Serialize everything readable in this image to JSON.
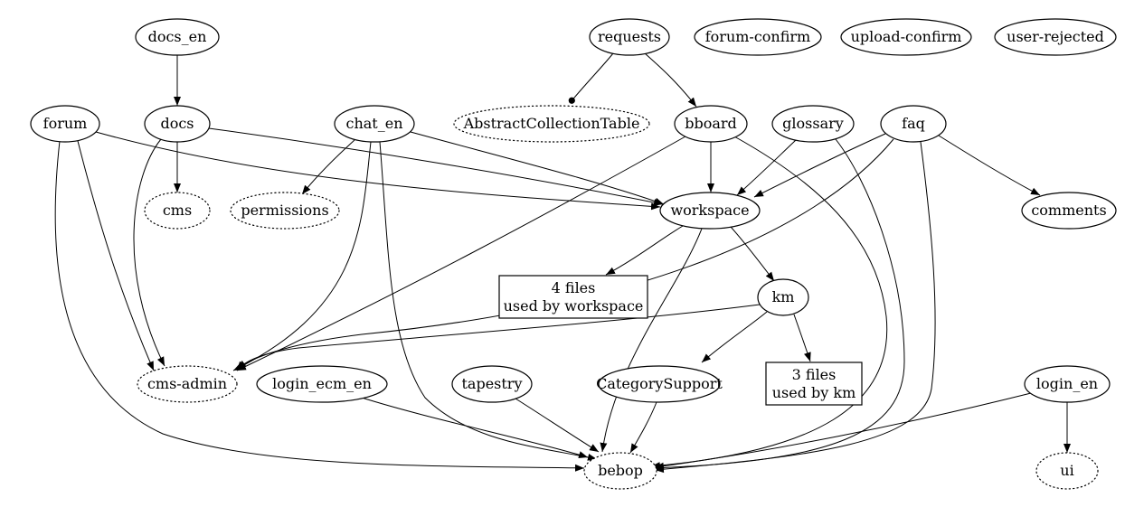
{
  "diagram": {
    "nodes": {
      "docs_en": {
        "label": "docs_en",
        "style": "solid",
        "shape": "ellipse"
      },
      "requests": {
        "label": "requests",
        "style": "solid",
        "shape": "ellipse"
      },
      "forum_confirm": {
        "label": "forum-confirm",
        "style": "solid",
        "shape": "ellipse"
      },
      "upload_confirm": {
        "label": "upload-confirm",
        "style": "solid",
        "shape": "ellipse"
      },
      "user_rejected": {
        "label": "user-rejected",
        "style": "solid",
        "shape": "ellipse"
      },
      "forum": {
        "label": "forum",
        "style": "solid",
        "shape": "ellipse"
      },
      "docs": {
        "label": "docs",
        "style": "solid",
        "shape": "ellipse"
      },
      "chat_en": {
        "label": "chat_en",
        "style": "solid",
        "shape": "ellipse"
      },
      "abstract": {
        "label": "AbstractCollectionTable",
        "style": "dotted",
        "shape": "ellipse"
      },
      "bboard": {
        "label": "bboard",
        "style": "solid",
        "shape": "ellipse"
      },
      "glossary": {
        "label": "glossary",
        "style": "solid",
        "shape": "ellipse"
      },
      "faq": {
        "label": "faq",
        "style": "solid",
        "shape": "ellipse"
      },
      "cms": {
        "label": "cms",
        "style": "dotted",
        "shape": "ellipse"
      },
      "permissions": {
        "label": "permissions",
        "style": "dotted",
        "shape": "ellipse"
      },
      "workspace": {
        "label": "workspace",
        "style": "solid",
        "shape": "ellipse"
      },
      "comments": {
        "label": "comments",
        "style": "solid",
        "shape": "ellipse"
      },
      "ws_files": {
        "label1": "4 files",
        "label2": "used by workspace",
        "style": "solid",
        "shape": "box"
      },
      "km": {
        "label": "km",
        "style": "solid",
        "shape": "ellipse"
      },
      "cms_admin": {
        "label": "cms-admin",
        "style": "dotted",
        "shape": "ellipse"
      },
      "login_ecm_en": {
        "label": "login_ecm_en",
        "style": "solid",
        "shape": "ellipse"
      },
      "tapestry": {
        "label": "tapestry",
        "style": "solid",
        "shape": "ellipse"
      },
      "category_support": {
        "label": "CategorySupport",
        "style": "solid",
        "shape": "ellipse"
      },
      "km_files": {
        "label1": "3 files",
        "label2": "used by km",
        "style": "solid",
        "shape": "box"
      },
      "login_en": {
        "label": "login_en",
        "style": "solid",
        "shape": "ellipse"
      },
      "bebop": {
        "label": "bebop",
        "style": "dotted",
        "shape": "ellipse"
      },
      "ui": {
        "label": "ui",
        "style": "dotted",
        "shape": "ellipse"
      }
    },
    "edges": [
      {
        "from": "docs_en",
        "to": "docs",
        "head": "arrow"
      },
      {
        "from": "requests",
        "to": "abstract",
        "head": "dot"
      },
      {
        "from": "requests",
        "to": "bboard",
        "head": "arrow"
      },
      {
        "from": "docs",
        "to": "cms",
        "head": "arrow"
      },
      {
        "from": "docs",
        "to": "workspace",
        "head": "arrow"
      },
      {
        "from": "docs",
        "to": "cms_admin",
        "head": "arrow"
      },
      {
        "from": "forum",
        "to": "workspace",
        "head": "arrow"
      },
      {
        "from": "forum",
        "to": "cms_admin",
        "head": "arrow"
      },
      {
        "from": "forum",
        "to": "bebop",
        "head": "arrow"
      },
      {
        "from": "chat_en",
        "to": "permissions",
        "head": "arrow"
      },
      {
        "from": "chat_en",
        "to": "workspace",
        "head": "arrow"
      },
      {
        "from": "chat_en",
        "to": "cms_admin",
        "head": "arrow"
      },
      {
        "from": "chat_en",
        "to": "bebop",
        "head": "arrow"
      },
      {
        "from": "bboard",
        "to": "workspace",
        "head": "arrow"
      },
      {
        "from": "bboard",
        "to": "cms_admin",
        "head": "arrow"
      },
      {
        "from": "bboard",
        "to": "bebop",
        "head": "arrow"
      },
      {
        "from": "glossary",
        "to": "workspace",
        "head": "arrow"
      },
      {
        "from": "glossary",
        "to": "bebop",
        "head": "arrow"
      },
      {
        "from": "faq",
        "to": "workspace",
        "head": "arrow"
      },
      {
        "from": "faq",
        "to": "comments",
        "head": "arrow"
      },
      {
        "from": "faq",
        "to": "cms_admin",
        "head": "arrow"
      },
      {
        "from": "faq",
        "to": "bebop",
        "head": "arrow"
      },
      {
        "from": "workspace",
        "to": "ws_files",
        "head": "arrow"
      },
      {
        "from": "workspace",
        "to": "km",
        "head": "arrow"
      },
      {
        "from": "workspace",
        "to": "bebop",
        "head": "arrow"
      },
      {
        "from": "km",
        "to": "cms_admin",
        "head": "arrow"
      },
      {
        "from": "km",
        "to": "category_support",
        "head": "arrow"
      },
      {
        "from": "km",
        "to": "km_files",
        "head": "arrow"
      },
      {
        "from": "login_ecm_en",
        "to": "bebop",
        "head": "arrow"
      },
      {
        "from": "tapestry",
        "to": "bebop",
        "head": "arrow"
      },
      {
        "from": "category_support",
        "to": "bebop",
        "head": "arrow"
      },
      {
        "from": "login_en",
        "to": "bebop",
        "head": "arrow"
      },
      {
        "from": "login_en",
        "to": "ui",
        "head": "arrow"
      }
    ]
  }
}
